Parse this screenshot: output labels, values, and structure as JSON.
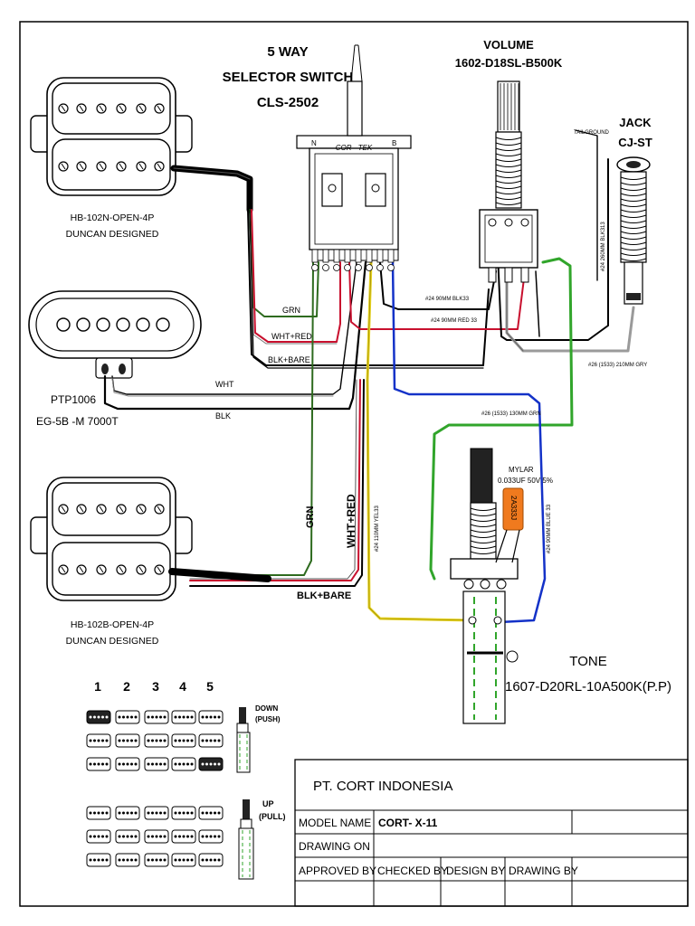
{
  "switch": {
    "title1": "5 WAY",
    "title2": "SELECTOR SWITCH",
    "title3": "CLS-2502",
    "brand": "COR - TEK",
    "n": "N",
    "b": "B"
  },
  "volume": {
    "title": "VOLUME",
    "part": "1602-D18SL-B500K"
  },
  "jack": {
    "title": "JACK",
    "part": "CJ-ST",
    "tailground": "TAILGROUND"
  },
  "tone": {
    "title": "TONE",
    "part": "1607-D20RL-10A500K(P.P)"
  },
  "capacitor": {
    "label1": "MYLAR",
    "label2": "0.033UF 50V 5%",
    "code": "2A333J"
  },
  "pickups": {
    "neck": {
      "line1": "HB-102N-OPEN-4P",
      "line2": "DUNCAN DESIGNED"
    },
    "middle": {
      "line1": "PTP1006",
      "line2": "EG-5B -M 7000T"
    },
    "bridge": {
      "line1": "HB-102B-OPEN-4P",
      "line2": "DUNCAN DESIGNED"
    }
  },
  "wires": {
    "grn": "GRN",
    "wht_red": "WHT+RED",
    "blk_bare": "BLK+BARE",
    "wht": "WHT",
    "blk": "BLK",
    "grn_vertical": "GRN",
    "wht_red_vertical": "WHT+RED",
    "blk_bare_bottom": "BLK+BARE",
    "blk_90": "#24 90MM BLK33",
    "red_90": "#24 90MM RED 33",
    "grn_130": "#26 (1533) 130MM GRN",
    "gry_210": "#26 (1533) 210MM GRY",
    "blk_260": "#24 260MM BLK313",
    "yel_110": "#24 110MM YEL33",
    "blue_90": "#24 90MM BLUE 33"
  },
  "positions": [
    "1",
    "2",
    "3",
    "4",
    "5"
  ],
  "push_pull": {
    "down1": "DOWN",
    "down2": "(PUSH)",
    "up1": "UP",
    "up2": "(PULL)"
  },
  "title_block": {
    "company": "PT. CORT INDONESIA",
    "model_label": "MODEL NAME",
    "model_value": "CORT- X-11",
    "drawing_on": "DRAWING ON",
    "approved_by": "APPROVED BY",
    "checked_by": "CHECKED BY",
    "design_by": "DESIGN BY",
    "drawing_by": "DRAWING BY"
  },
  "colors": {
    "red": "#c8102e",
    "green": "#2e6b1f",
    "bright_green": "#31a52b",
    "blue": "#1432c8",
    "yellow": "#e6d21e",
    "gray": "#9a9a9a",
    "cap": "#f07a1e"
  }
}
